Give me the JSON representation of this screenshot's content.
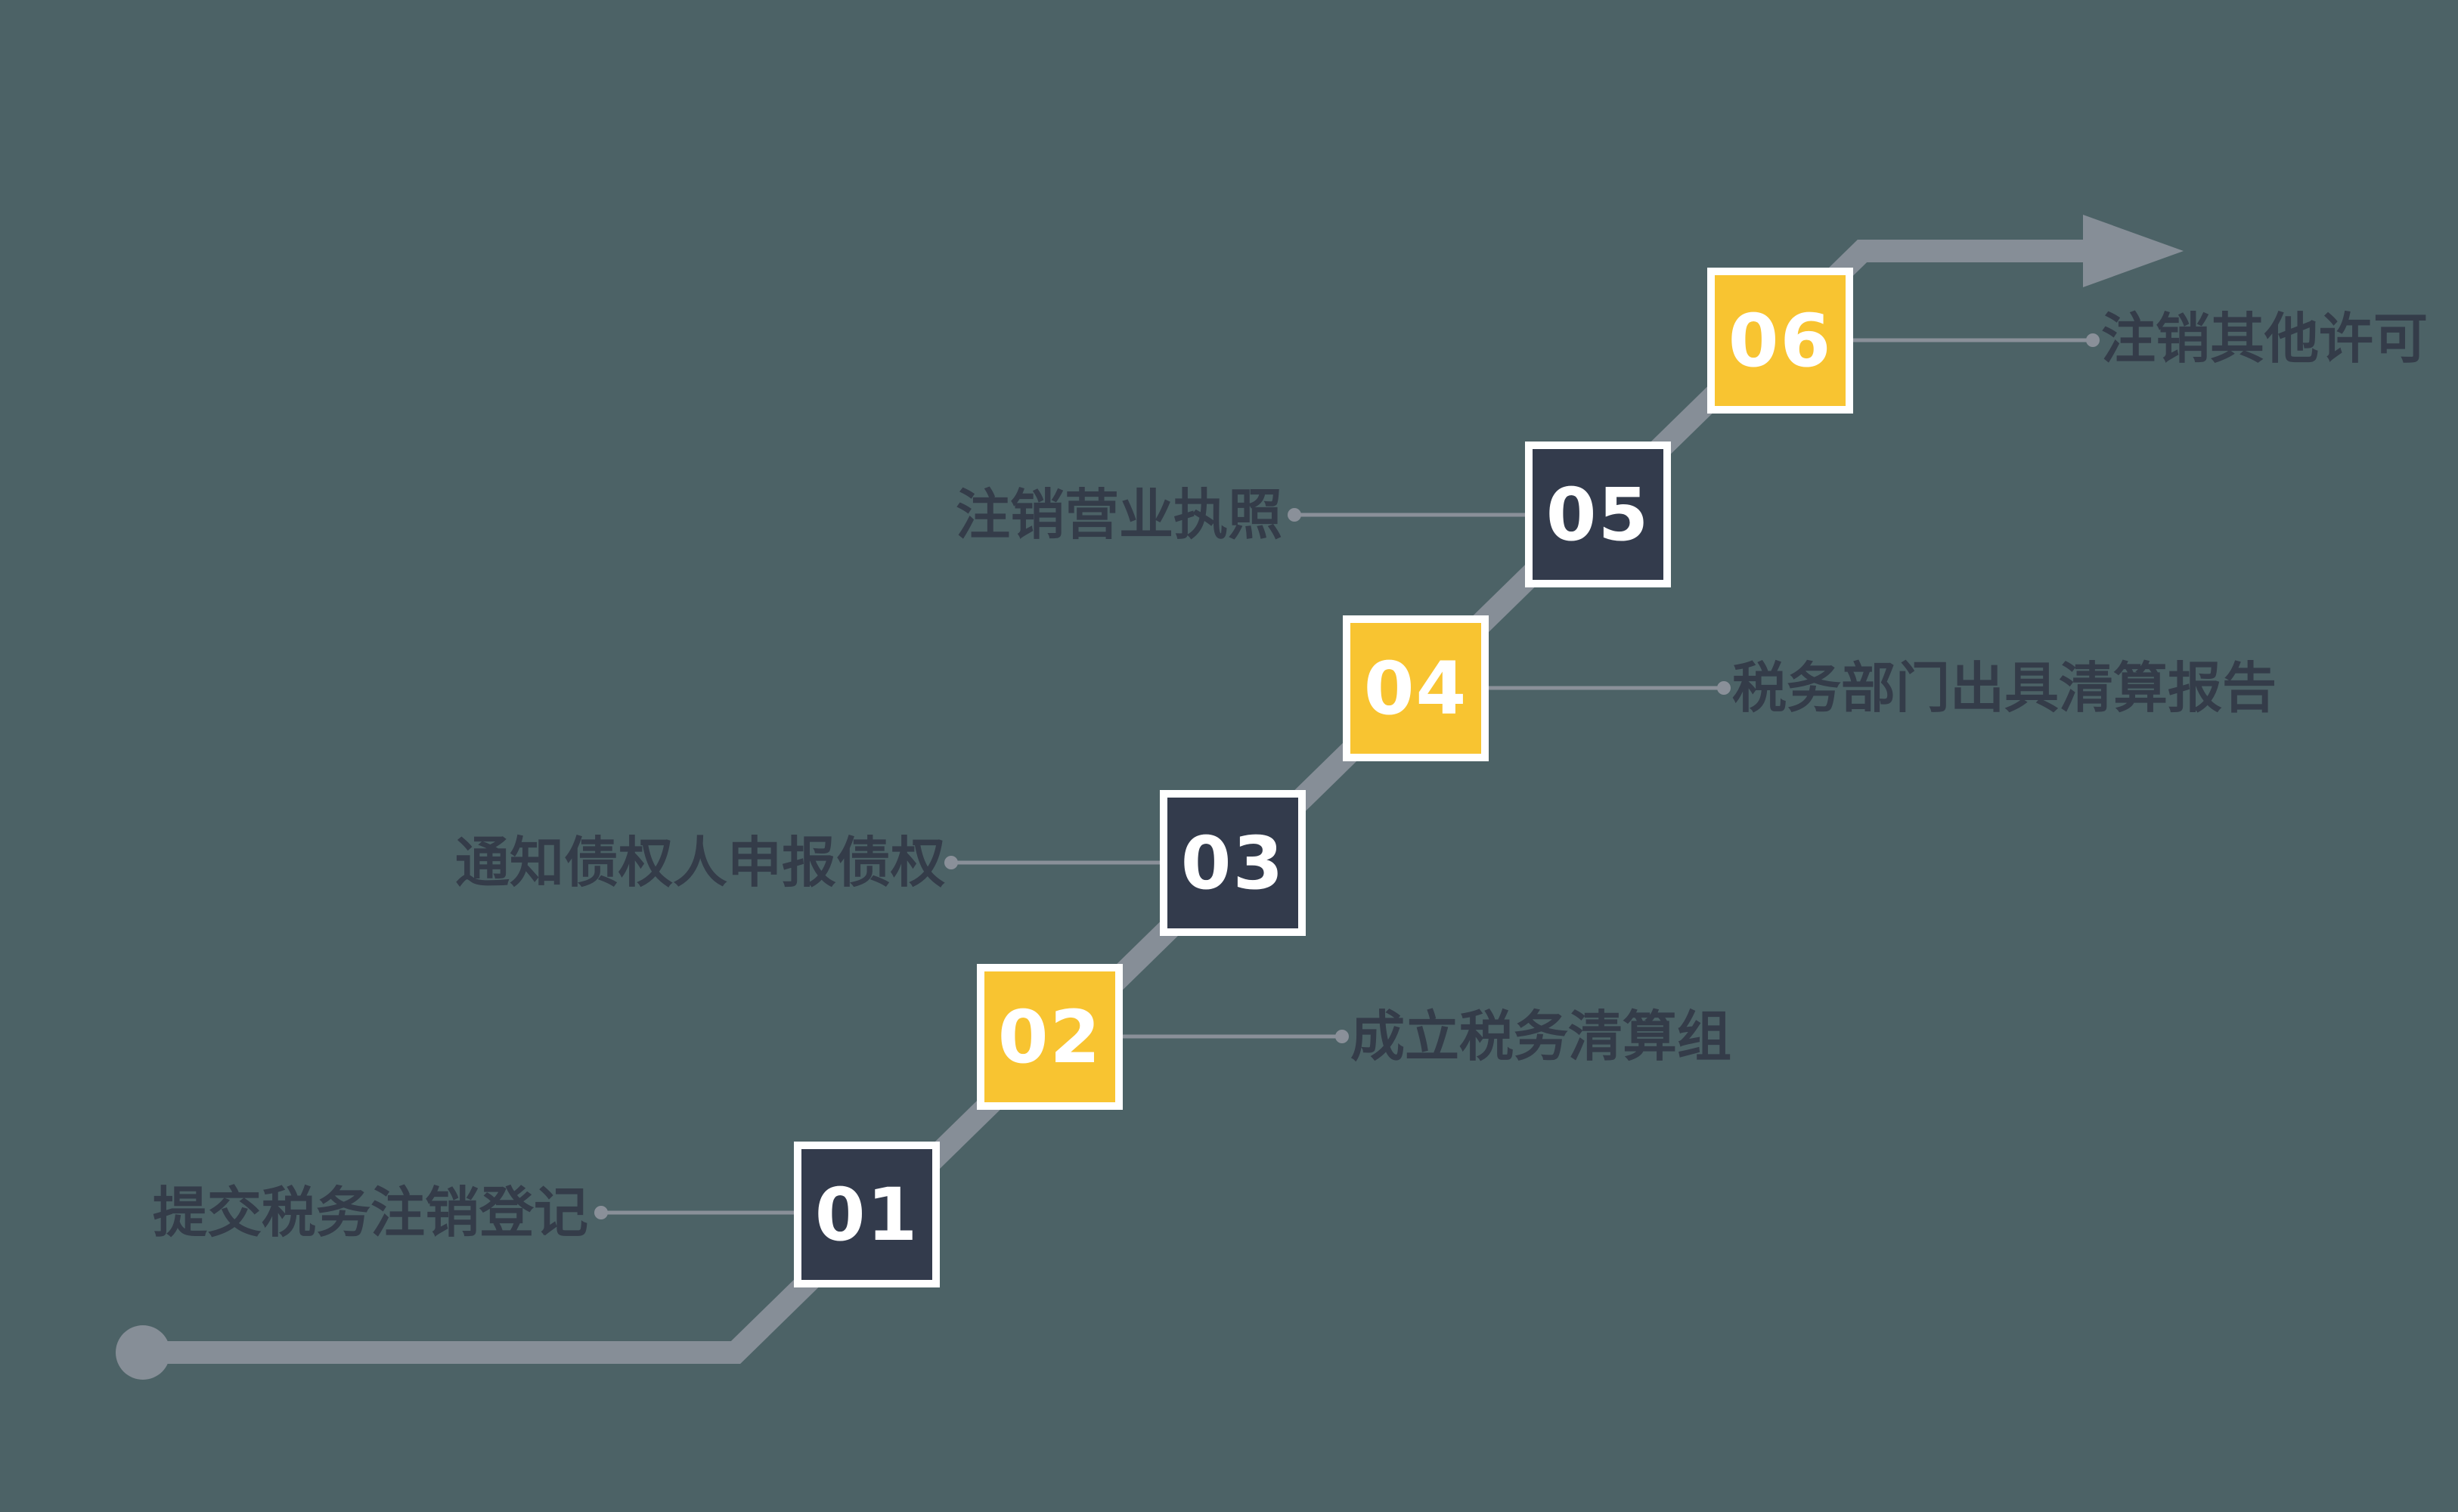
{
  "diagram": {
    "type": "staircase-process-flow",
    "colors": {
      "background": "#4c6266",
      "dark_box": "#333b4c",
      "yellow_box": "#f8c431",
      "box_border": "#ffffff",
      "main_line": "#868e97",
      "connector_line": "#8a9099",
      "label_text": "#343c49",
      "number_text": "#ffffff"
    },
    "steps": [
      {
        "number": "01",
        "label": "提交税务注销登记",
        "style": "dark",
        "label_side": "left"
      },
      {
        "number": "02",
        "label": "成立税务清算组",
        "style": "yellow",
        "label_side": "right"
      },
      {
        "number": "03",
        "label": "通知债权人申报债权",
        "style": "dark",
        "label_side": "left"
      },
      {
        "number": "04",
        "label": "税务部门出具清算报告",
        "style": "yellow",
        "label_side": "right"
      },
      {
        "number": "05",
        "label": "注销营业执照",
        "style": "dark",
        "label_side": "left"
      },
      {
        "number": "06",
        "label": "注销其他许可",
        "style": "yellow",
        "label_side": "right"
      }
    ]
  }
}
